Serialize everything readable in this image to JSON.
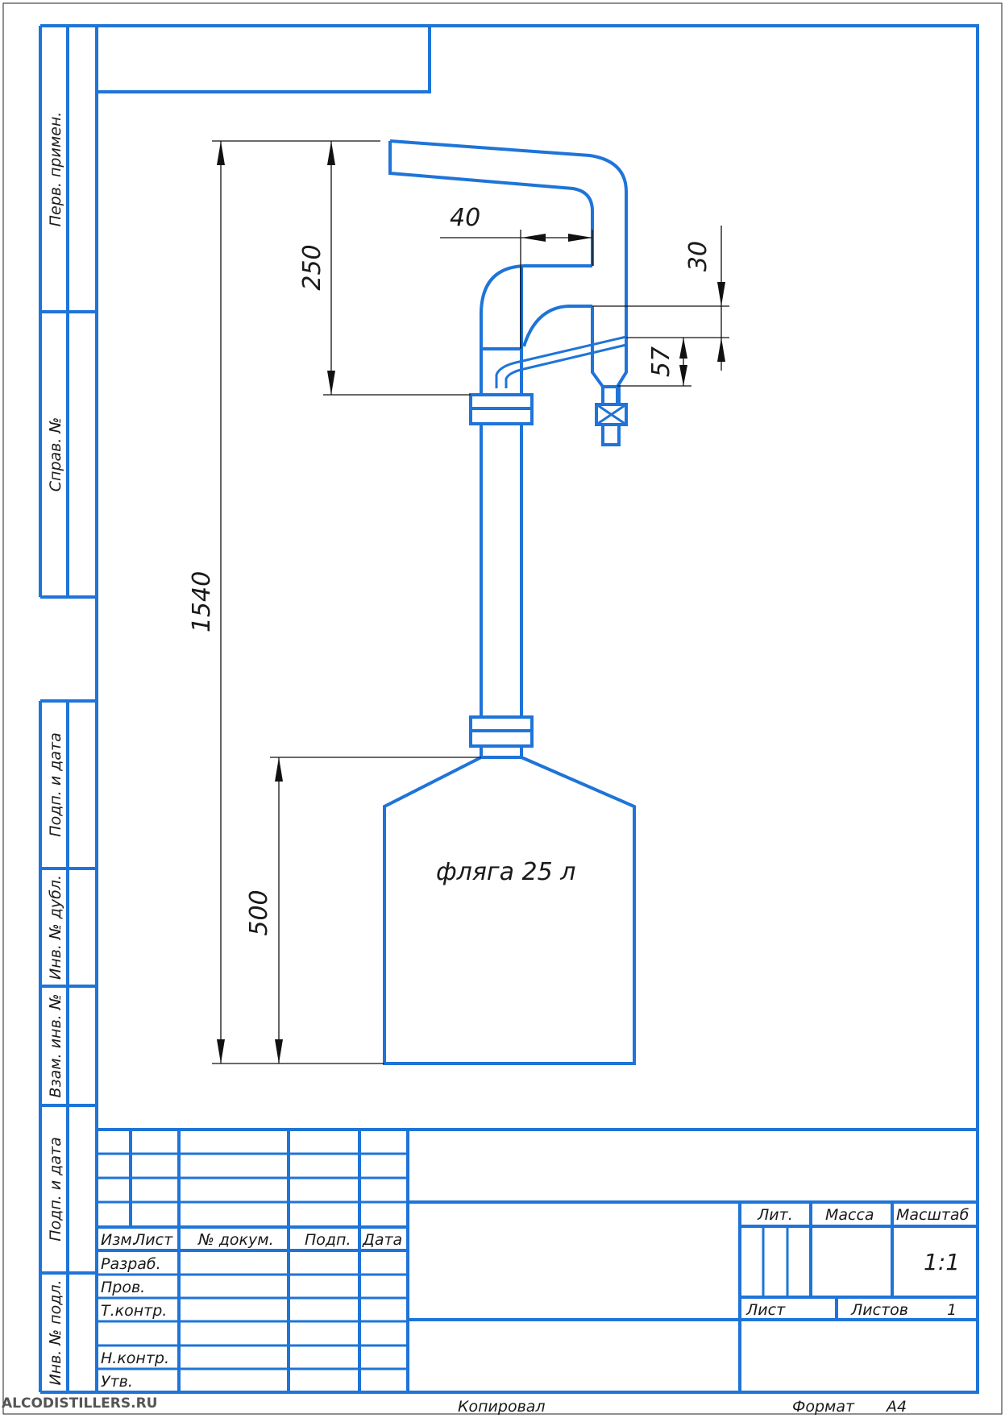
{
  "dimensions": {
    "total_height": "1540",
    "upper_height": "250",
    "offset": "40",
    "gap_top": "30",
    "gap_bottom": "57",
    "flask_height": "500"
  },
  "flask_label": "фляга 25 л",
  "side_labels": {
    "perv_primen": "Перв. примен.",
    "sprav": "Справ. №",
    "podp_data_1": "Подп. и дата",
    "inv_dubl": "Инв. № дубл.",
    "vzam_inv": "Взам. инв. №",
    "podp_data_2": "Подп. и дата",
    "inv_podl": "Инв. № подл."
  },
  "title_block": {
    "headers": {
      "izm": "Изм.",
      "list": "Лист",
      "dokum": "№ докум.",
      "podp": "Подп.",
      "data": "Дата"
    },
    "roles": {
      "razrab": "Разраб.",
      "prov": "Пров.",
      "tkontr": "Т.контр.",
      "nkontr": "Н.контр.",
      "utv": "Утв."
    },
    "lit": "Лит.",
    "massa": "Масса",
    "masshtab": "Масштаб",
    "scale_value": "1:1",
    "sheet": "Лист",
    "sheets": "Листов",
    "sheets_value": "1"
  },
  "footer": {
    "copied": "Копировал",
    "format": "Формат",
    "format_value": "A4"
  },
  "watermark": "ALCODISTILLERS.RU"
}
